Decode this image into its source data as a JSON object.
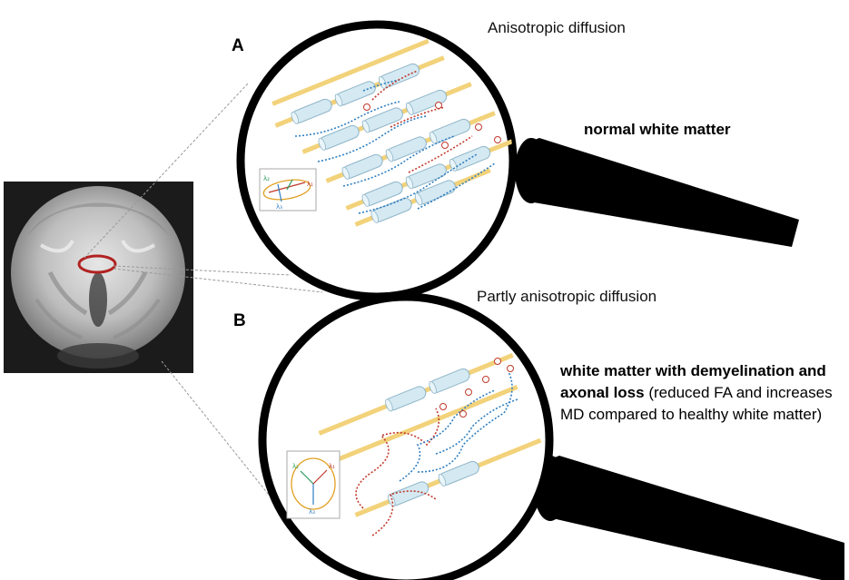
{
  "panels": {
    "a": {
      "letter": "A",
      "caption": "Anisotropic diffusion",
      "label": "normal white matter"
    },
    "b": {
      "letter": "B",
      "caption": "Partly anisotropic diffusion",
      "label_bold": "white matter with demyelination and axonal loss",
      "label_rest": " (reduced FA and increases MD compared to healthy white matter)"
    }
  },
  "ellipse_inset": {
    "lambda1": "λ₁",
    "lambda2": "λ₂",
    "lambda3": "λ₃"
  },
  "colors": {
    "axon_fill": "#cfe6f0",
    "axon_stroke": "#8fb5c8",
    "node": "#f2d27a",
    "diffusion_red": "#c0392b",
    "diffusion_blue": "#2f7fc1",
    "roi_ring": "#b22222",
    "magnifier": "#000000"
  }
}
